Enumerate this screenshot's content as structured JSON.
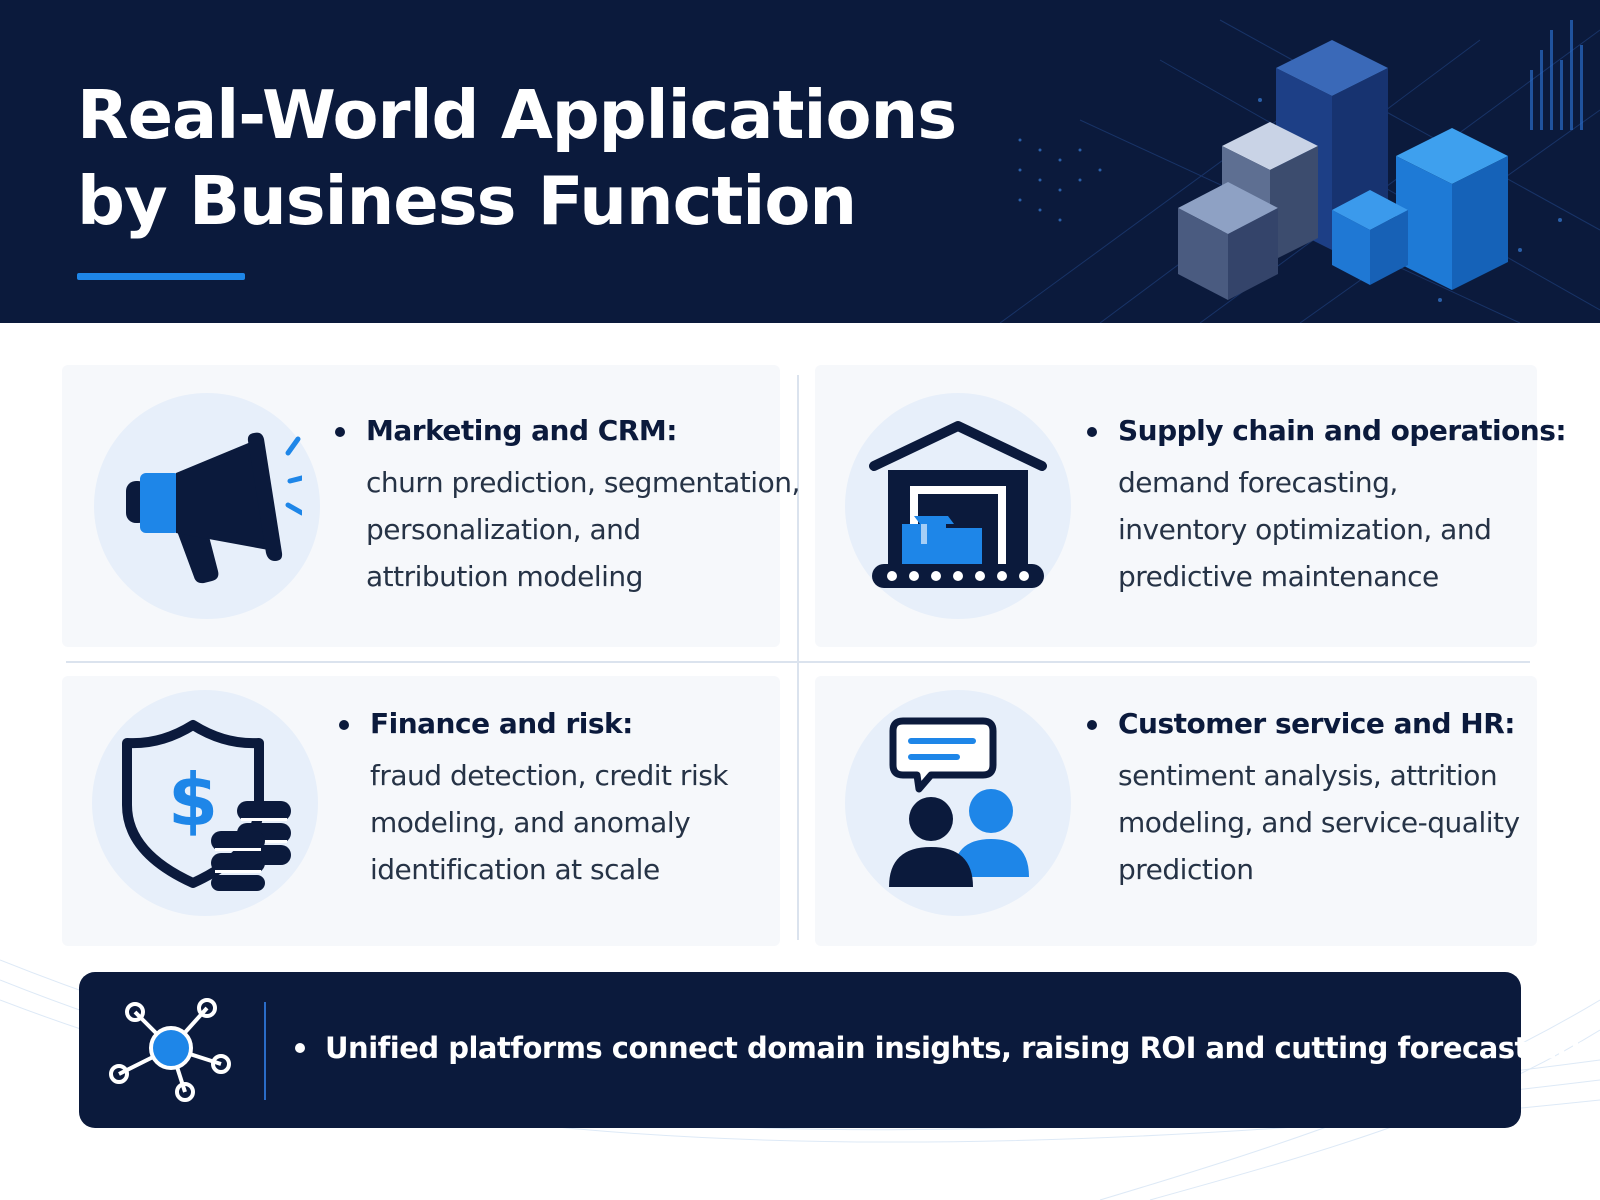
{
  "colors": {
    "navy": "#0b1a3c",
    "accent": "#1e86e8",
    "card_bg": "#f6f8fb",
    "icon_circle_bg": "#e7effa"
  },
  "header": {
    "title_line_1": "Real-World Applications",
    "title_line_2": "by Business Function"
  },
  "cards": [
    {
      "icon": "megaphone-icon",
      "heading": "Marketing and CRM:",
      "lines": [
        "churn prediction, segmentation,",
        "personalization, and",
        "attribution modeling"
      ]
    },
    {
      "icon": "warehouse-icon",
      "heading": "Supply chain and operations:",
      "lines": [
        "demand forecasting,",
        "inventory optimization, and",
        "predictive maintenance"
      ]
    },
    {
      "icon": "shield-dollar-icon",
      "heading": "Finance and risk:",
      "lines": [
        "fraud detection, credit risk",
        "modeling, and anomaly",
        "identification at scale"
      ]
    },
    {
      "icon": "people-chat-icon",
      "heading": "Customer service and HR:",
      "lines": [
        "sentiment analysis, attrition",
        "modeling, and service-quality",
        "prediction"
      ]
    }
  ],
  "banner": {
    "icon": "network-hub-icon",
    "text": "Unified platforms connect domain insights, raising ROI and cutting forecast error"
  }
}
